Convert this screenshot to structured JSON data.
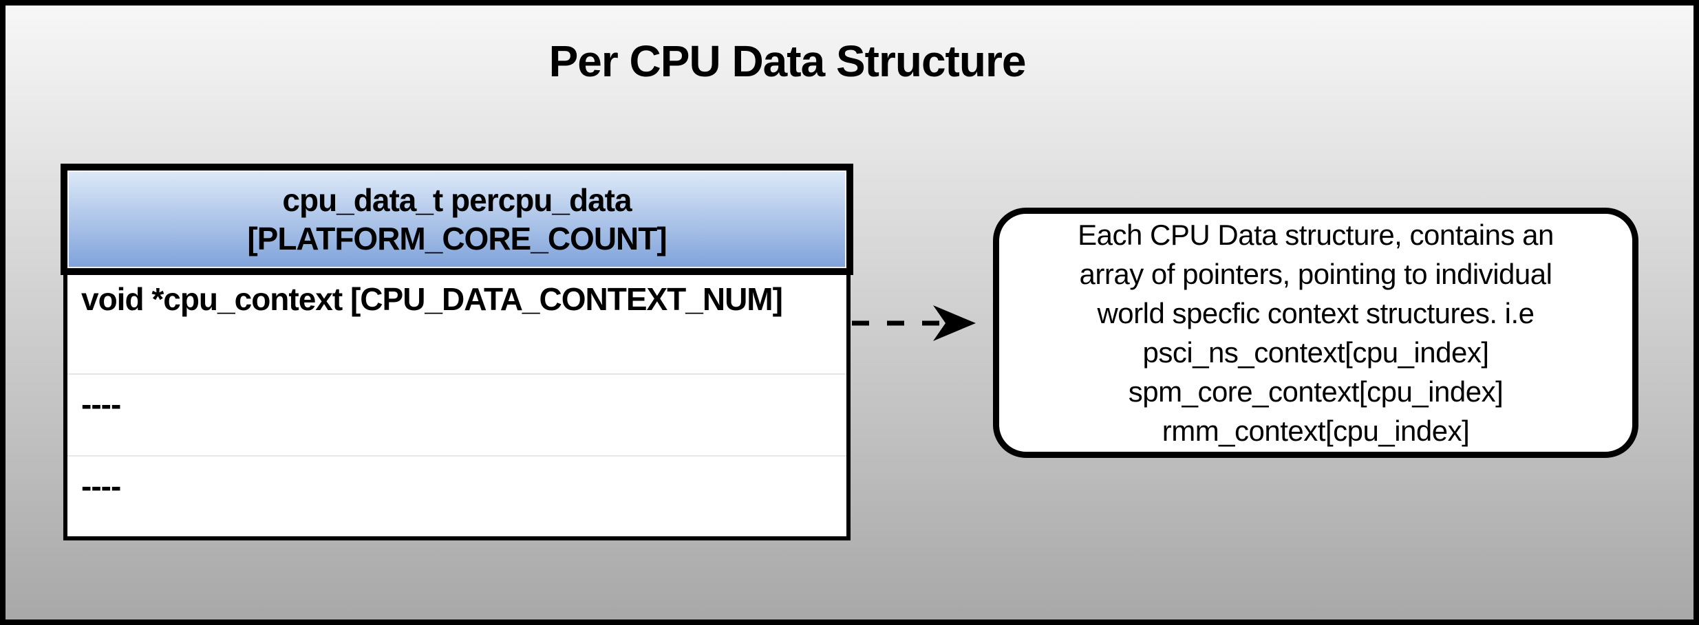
{
  "title": "Per CPU Data Structure",
  "table": {
    "header": {
      "line1": "cpu_data_t percpu_data",
      "line2": "[PLATFORM_CORE_COUNT]"
    },
    "rows": [
      "void *cpu_context [CPU_DATA_CONTEXT_NUM]",
      "----",
      "----"
    ]
  },
  "callout": {
    "lines": [
      "Each CPU Data structure, contains an",
      "array of pointers, pointing to individual",
      "world specfic context structures. i.e",
      "psci_ns_context[cpu_index]",
      "spm_core_context[cpu_index]",
      "rmm_context[cpu_index]"
    ]
  },
  "colors": {
    "canvas_border": "#000000",
    "bg_top": "#f7f7f7",
    "bg_bottom": "#a8a8a8",
    "header_fill_top": "#dde9f8",
    "header_fill_bottom": "#7fa2da",
    "table_border": "#000000",
    "row_separator": "#e6e6e6",
    "callout_fill": "#ffffff",
    "text": "#000000"
  }
}
